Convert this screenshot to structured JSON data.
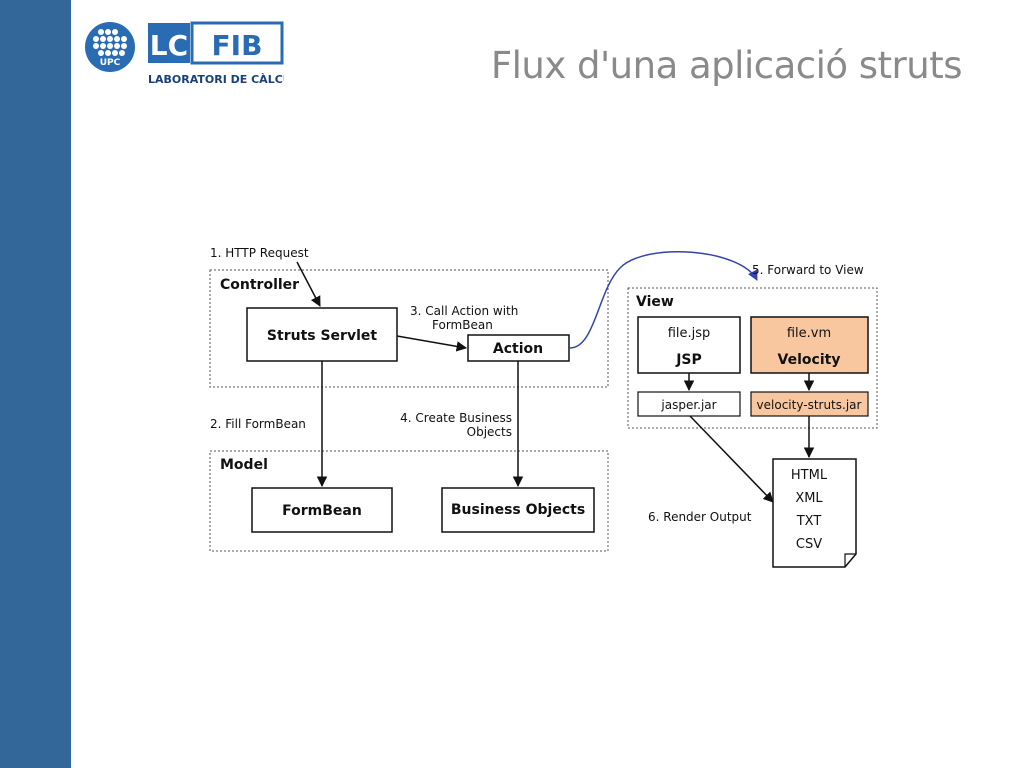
{
  "title": "Flux d'una aplicació struts",
  "logo": {
    "upc_text": "UPC",
    "lc_text": "LC",
    "fib_text": "FIB",
    "caption": "LABORATORI DE CÀLCUL",
    "colors": {
      "blue": "#2a6cb3",
      "dark_blue": "#1a3f7a"
    }
  },
  "colors": {
    "sidebar": "#336699",
    "title": "#8a8a8a",
    "velocity_fill": "#f9c79f",
    "curve_arrow": "#3344aa"
  },
  "diagram": {
    "groups": {
      "controller": "Controller",
      "model": "Model",
      "view": "View"
    },
    "boxes": {
      "struts_servlet": "Struts Servlet",
      "action": "Action",
      "formbean": "FormBean",
      "business_objects": "Business Objects",
      "jsp_file": "file.jsp",
      "jsp_label": "JSP",
      "vm_file": "file.vm",
      "vm_label": "Velocity",
      "jasper": "jasper.jar",
      "velocity_struts": "velocity-struts.jar"
    },
    "steps": {
      "s1": "1. HTTP Request",
      "s2": "2. Fill FormBean",
      "s3_line1": "3. Call Action with",
      "s3_line2": "FormBean",
      "s4_line1": "4. Create Business",
      "s4_line2": "Objects",
      "s5": "5. Forward to View",
      "s6": "6. Render Output"
    },
    "outputs": [
      "HTML",
      "XML",
      "TXT",
      "CSV"
    ]
  }
}
